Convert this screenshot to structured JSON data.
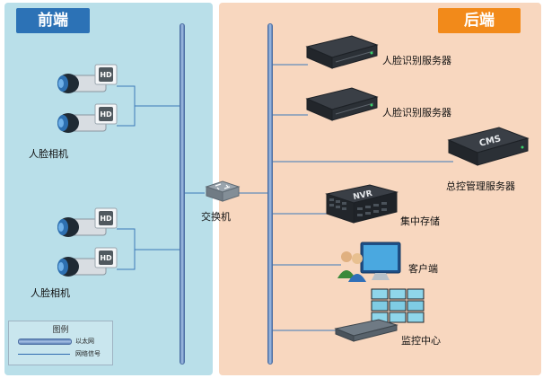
{
  "front": {
    "title": "前端",
    "color": "#2c72b6",
    "cam_label_1": "人脸相机",
    "cam_label_2": "人脸相机"
  },
  "back": {
    "title": "后端",
    "color": "#f28a1a",
    "server1": "人脸识别服务器",
    "server2": "人脸识别服务器",
    "cms": "总控管理服务器",
    "nvr": "集中存储",
    "client": "客户端",
    "monitor": "监控中心"
  },
  "switch": {
    "label": "交换机"
  },
  "device_marks": {
    "hd": "HD",
    "cms": "CMS",
    "nvr": "NVR"
  },
  "legend": {
    "title": "图例",
    "ethernet": "以太网",
    "signal": "网络信号"
  }
}
